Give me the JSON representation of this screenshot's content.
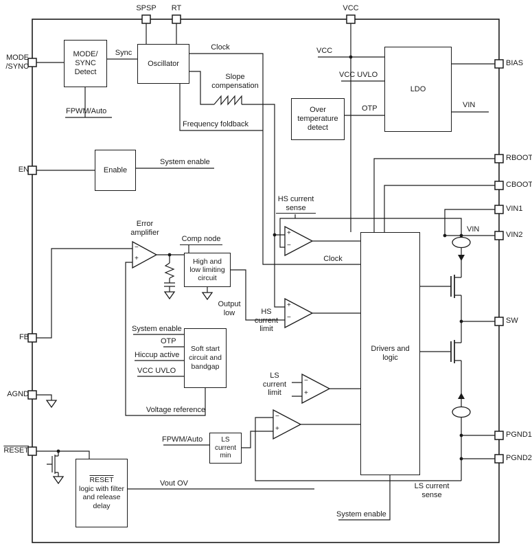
{
  "pins": {
    "top": [
      "SPSP",
      "RT",
      "VCC"
    ],
    "left": [
      "MODE\n/SYNC",
      "EN",
      "FB",
      "AGND",
      "RESET"
    ],
    "right": [
      "BIAS",
      "RBOOT",
      "CBOOT",
      "VIN1",
      "VIN2",
      "SW",
      "PGND1",
      "PGND2"
    ]
  },
  "blocks": {
    "mode_sync_detect": "MODE/\nSYNC\nDetect",
    "oscillator": "Oscillator",
    "ldo": "LDO",
    "over_temp_detect": "Over\ntemperature\ndetect",
    "enable": "Enable",
    "limiting": "High and\nlow limiting\ncircuit",
    "soft_start": "Soft start\ncircuit and\nbandgap",
    "drivers": "Drivers and\nlogic",
    "ls_current_min": "LS\ncurrent\nmin",
    "reset_title": "RESET",
    "reset_body": "logic with filter\nand release\ndelay"
  },
  "signals": {
    "sync": "Sync",
    "clock": "Clock",
    "slope_compensation": "Slope\ncompensation",
    "frequency_foldback": "Frequency foldback",
    "fpwm_auto": "FPWM/Auto",
    "vcc": "VCC",
    "vcc_uvlo": "VCC UVLO",
    "otp": "OTP",
    "vin": "VIN",
    "system_enable": "System enable",
    "error_amplifier": "Error\namplifier",
    "comp_node": "Comp node",
    "output_low": "Output\nlow",
    "hs_current_sense": "HS current\nsense",
    "hs_current_limit": "HS\ncurrent\nlimit",
    "ls_current_limit": "LS\ncurrent\nlimit",
    "ls_current_sense": "LS current\nsense",
    "hiccup_active": "Hiccup active",
    "voltage_reference": "Voltage reference",
    "vout_ov": "Vout OV",
    "plus": "+",
    "minus": "−"
  }
}
